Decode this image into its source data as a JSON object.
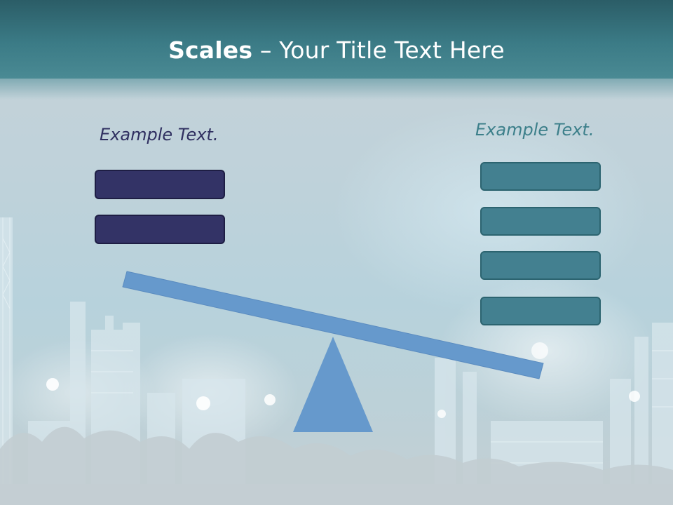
{
  "slide": {
    "title_bold": "Scales",
    "title_rest": " – Your Title Text Here",
    "left_label": "Example Text.",
    "right_label": "Example Text.",
    "left_boxes_count": 2,
    "right_boxes_count": 4
  },
  "colors": {
    "title_bar": "#3b7b86",
    "left_box": "#333366",
    "right_box": "#438090",
    "beam": "#6699cc",
    "fulcrum": "#6699cc",
    "left_label": "#2f2f60",
    "right_label": "#3c7f8a"
  },
  "icons": {
    "fulcrum": "triangle-fulcrum",
    "beam": "tilted-beam"
  }
}
